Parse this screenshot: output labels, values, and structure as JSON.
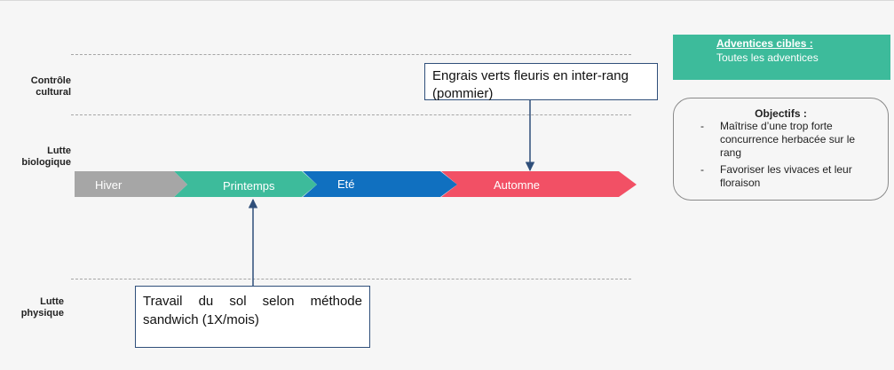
{
  "rows": {
    "controle": "Contrôle\ncultural",
    "biologique": "Lutte\nbiologique",
    "physique": "Lutte\nphysique"
  },
  "seasons": [
    {
      "label": "Hiver",
      "color": "#a6a6a6"
    },
    {
      "label": "Printemps",
      "color": "#3dbb9b"
    },
    {
      "label": "Eté",
      "color": "#1070c0"
    },
    {
      "label": "Automne",
      "color": "#f25065"
    }
  ],
  "boxes": {
    "engrais": "Engrais verts fleuris en inter-rang (pommier)",
    "travail": "Travail du sol selon méthode sandwich (1X/mois)"
  },
  "adventices": {
    "title": "Adventices cibles :",
    "value": "Toutes les adventices"
  },
  "objectifs": {
    "title": "Objectifs :",
    "items": [
      "Maîtrise d’une trop forte concurrence herbacée sur le rang",
      "Favoriser les vivaces et leur floraison"
    ]
  },
  "colors": {
    "arrow": "#2f4f7a",
    "background": "#f6f6f6"
  }
}
